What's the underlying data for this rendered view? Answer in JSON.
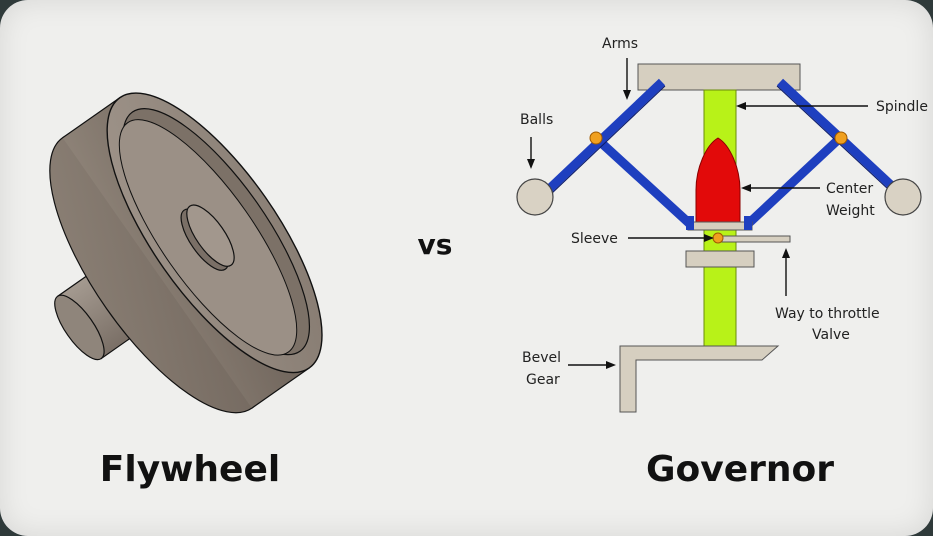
{
  "left": {
    "title": "Flywheel"
  },
  "middle": {
    "separator": "vs"
  },
  "right": {
    "title": "Governor",
    "labels": {
      "arms": "Arms",
      "spindle": "Spindle",
      "balls": "Balls",
      "center_weight_line1": "Center",
      "center_weight_line2": "Weight",
      "sleeve": "Sleeve",
      "throttle_line1": "Way to throttle",
      "throttle_line2": "Valve",
      "bevel_line1": "Bevel",
      "bevel_line2": "Gear"
    }
  },
  "colors": {
    "background": "#efefed",
    "flywheel_body": "#8a7e74",
    "arm_blue": "#1e3fbf",
    "spindle_green": "#b8f218",
    "center_weight_red": "#e20a0a",
    "ball_tan": "#d9d2c4",
    "pivot_orange": "#f0a020",
    "part_tan": "#d6cfc0"
  }
}
